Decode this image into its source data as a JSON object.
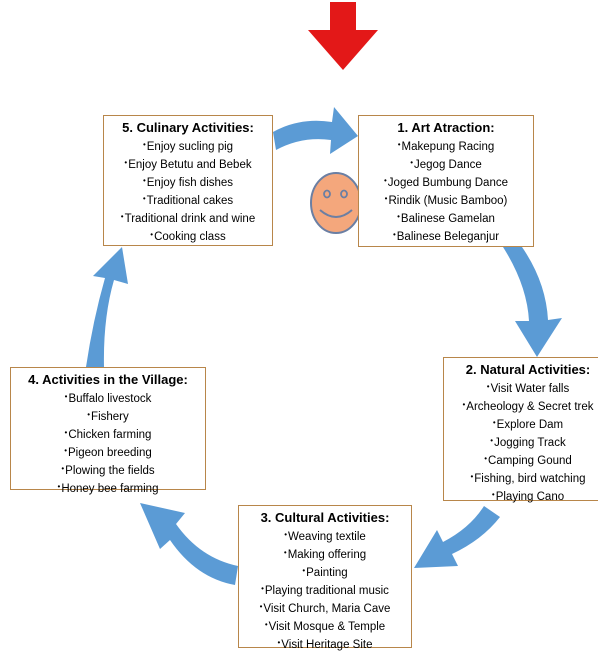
{
  "colors": {
    "cycle_arrow": "#5b9bd5",
    "pointer_arrow": "#e31818",
    "box_border": "#b8864a",
    "smiley_fill": "#f4a77c",
    "smiley_stroke": "#6b7fa3"
  },
  "icons": {
    "pointer": "down-arrow-icon",
    "face": "smiley-face-icon"
  },
  "boxes": {
    "art": {
      "title": "1. Art Atraction:",
      "items": [
        "Makepung Racing",
        "Jegog Dance",
        "Joged Bumbung Dance",
        "Rindik  (Music Bamboo)",
        "Balinese Gamelan",
        "Balinese Beleganjur"
      ]
    },
    "natural": {
      "title": "2. Natural Activities:",
      "items": [
        "Visit Water falls",
        "Archeology & Secret trek",
        "Explore Dam",
        "Jogging Track",
        "Camping Gound",
        "Fishing, bird watching",
        "Playing Cano"
      ]
    },
    "cultural": {
      "title": "3. Cultural Activities:",
      "items": [
        "Weaving textile",
        "Making offering",
        "Painting",
        "Playing traditional music",
        "Visit Church, Maria Cave",
        "Visit Mosque & Temple",
        "Visit Heritage Site"
      ]
    },
    "village": {
      "title": "4. Activities in the Village:",
      "items": [
        "Buffalo livestock",
        "Fishery",
        "Chicken farming",
        "Pigeon breeding",
        "Plowing the fields",
        "Honey bee farming"
      ]
    },
    "culinary": {
      "title": "5. Culinary Activities:",
      "items": [
        "Enjoy sucling pig",
        "Enjoy Betutu and Bebek",
        "Enjoy fish dishes",
        "Traditional cakes",
        "Traditional drink and wine",
        "Cooking class"
      ]
    }
  }
}
